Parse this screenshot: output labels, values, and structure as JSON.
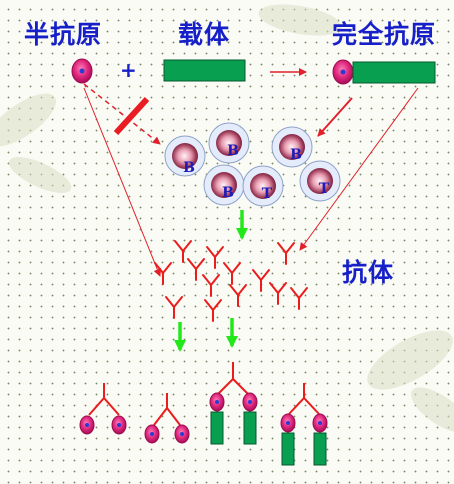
{
  "labels": {
    "hapten": "半抗原",
    "carrier": "载体",
    "complete_antigen": "完全抗原",
    "plus": "+",
    "antibody": "抗体"
  },
  "cells": [
    "B",
    "B",
    "B",
    "B",
    "T",
    "T"
  ],
  "colors": {
    "title_blue": "#1720c8",
    "carrier_green": "#08a050",
    "hapten_magenta": "#e0287f",
    "antibody_red": "#ea1c1c",
    "flow_arrow_green": "#22e81a",
    "cell_letter_blue": "#1c1ab8"
  },
  "icons": [
    "hapten-circle-icon",
    "carrier-bar-icon",
    "b-cell-icon",
    "t-cell-icon",
    "antibody-y-icon",
    "block-bar-icon"
  ]
}
